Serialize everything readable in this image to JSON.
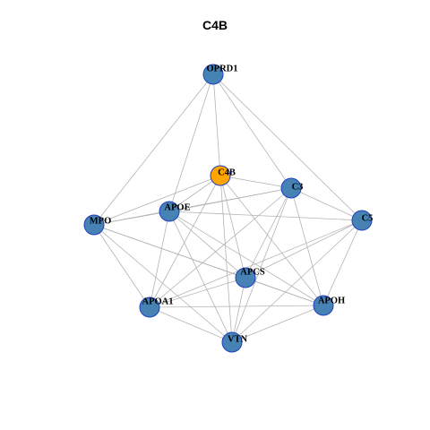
{
  "title": "C4B",
  "colors": {
    "node": "#4682b4",
    "highlight": "#ffa500",
    "edge": "#b4b4b4",
    "border": "#1f3fbf"
  },
  "nodes": [
    {
      "id": "OPRD1",
      "label": "OPRD1",
      "highlight": false
    },
    {
      "id": "C4B",
      "label": "C4B",
      "highlight": true
    },
    {
      "id": "C3",
      "label": "C3",
      "highlight": false
    },
    {
      "id": "APOE",
      "label": "APOE",
      "highlight": false
    },
    {
      "id": "MPO",
      "label": "MPO",
      "highlight": false
    },
    {
      "id": "C5",
      "label": "C5",
      "highlight": false
    },
    {
      "id": "APCS",
      "label": "APCS",
      "highlight": false
    },
    {
      "id": "APOA1",
      "label": "APOA1",
      "highlight": false
    },
    {
      "id": "APOH",
      "label": "APOH",
      "highlight": false
    },
    {
      "id": "VTN",
      "label": "VTN",
      "highlight": false
    }
  ],
  "edges": [
    [
      "OPRD1",
      "C4B"
    ],
    [
      "OPRD1",
      "C3"
    ],
    [
      "OPRD1",
      "APOE"
    ],
    [
      "OPRD1",
      "MPO"
    ],
    [
      "OPRD1",
      "C5"
    ],
    [
      "C4B",
      "C3"
    ],
    [
      "C4B",
      "APOE"
    ],
    [
      "C4B",
      "MPO"
    ],
    [
      "C4B",
      "APCS"
    ],
    [
      "C4B",
      "APOA1"
    ],
    [
      "C4B",
      "APOH"
    ],
    [
      "C4B",
      "VTN"
    ],
    [
      "C3",
      "APOE"
    ],
    [
      "C3",
      "MPO"
    ],
    [
      "C3",
      "C5"
    ],
    [
      "C3",
      "APCS"
    ],
    [
      "C3",
      "APOA1"
    ],
    [
      "C3",
      "APOH"
    ],
    [
      "C3",
      "VTN"
    ],
    [
      "APOE",
      "MPO"
    ],
    [
      "APOE",
      "C5"
    ],
    [
      "APOE",
      "APCS"
    ],
    [
      "APOE",
      "APOA1"
    ],
    [
      "APOE",
      "APOH"
    ],
    [
      "APOE",
      "VTN"
    ],
    [
      "MPO",
      "APCS"
    ],
    [
      "MPO",
      "APOA1"
    ],
    [
      "MPO",
      "VTN"
    ],
    [
      "MPO",
      "APOH"
    ],
    [
      "C5",
      "APCS"
    ],
    [
      "C5",
      "APOA1"
    ],
    [
      "C5",
      "APOH"
    ],
    [
      "C5",
      "VTN"
    ],
    [
      "APCS",
      "APOA1"
    ],
    [
      "APCS",
      "APOH"
    ],
    [
      "APCS",
      "VTN"
    ],
    [
      "APOA1",
      "APOH"
    ],
    [
      "APOA1",
      "VTN"
    ],
    [
      "APOH",
      "VTN"
    ]
  ]
}
